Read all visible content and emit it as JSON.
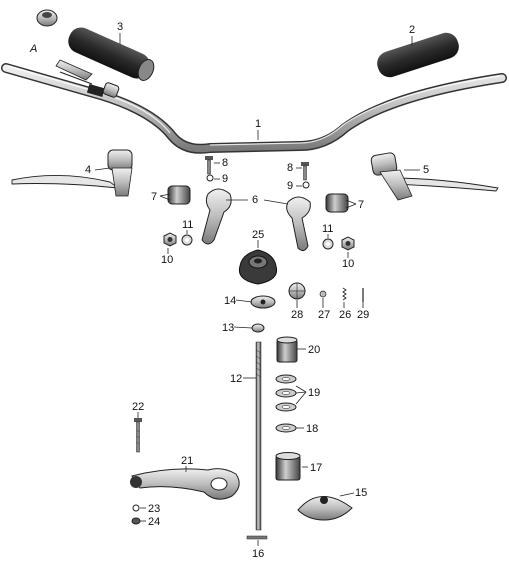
{
  "labels": {
    "p1": "1",
    "p2": "2",
    "p3": "3",
    "p4": "4",
    "p5": "5",
    "p6": "6",
    "p7a": "7",
    "p7b": "7",
    "p8a": "8",
    "p8b": "8",
    "p9a": "9",
    "p9b": "9",
    "p10a": "10",
    "p10b": "10",
    "p11a": "11",
    "p11b": "11",
    "p12": "12",
    "p13": "13",
    "p14": "14",
    "p15": "15",
    "p16": "16",
    "p17": "17",
    "p18": "18",
    "p19": "19",
    "p20": "20",
    "p21": "21",
    "p22": "22",
    "p23": "23",
    "p24": "24",
    "p25": "25",
    "p26": "26",
    "p27": "27",
    "p28": "28",
    "p29": "29",
    "pA": "A"
  },
  "colors": {
    "ink": "#222222",
    "rubber": "#2b2b2b",
    "metal_light": "#d9d9d9",
    "metal_mid": "#a8a8a8",
    "background": "#ffffff"
  }
}
